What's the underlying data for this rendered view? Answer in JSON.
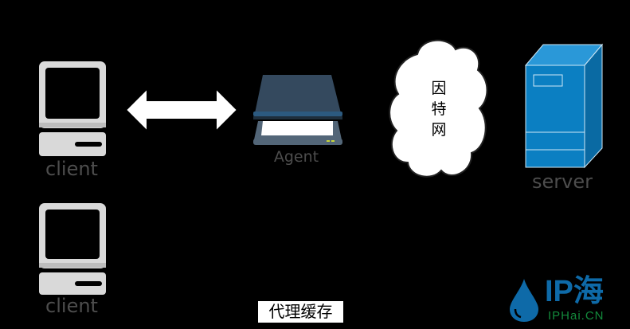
{
  "nodes": {
    "client_top": {
      "label": "client"
    },
    "client_bottom": {
      "label": "client"
    },
    "agent": {
      "label": "Agent"
    },
    "internet": {
      "label_lines": [
        "因",
        "特",
        "网"
      ]
    },
    "server": {
      "label": "server"
    }
  },
  "caption": "代理缓存",
  "logo": {
    "main": "IP海",
    "sub": "IPHai.CN"
  },
  "colors": {
    "background": "#000000",
    "server": "#0b7fc2",
    "scanner": "#34495e",
    "logo": "#0e6aa8"
  }
}
